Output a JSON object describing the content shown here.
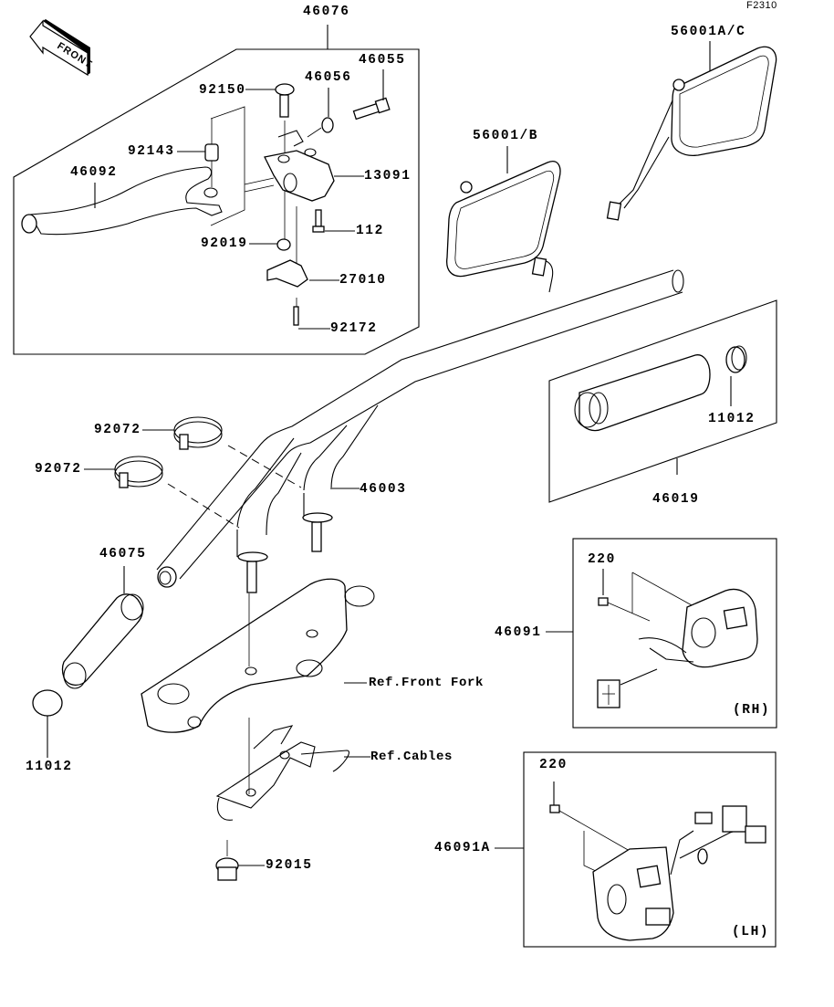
{
  "diagram": {
    "figure_code": "F2310",
    "direction_indicator": {
      "text": "FRONT",
      "icon": "front-arrow-icon"
    },
    "callouts": {
      "p46076": "46076",
      "p46055": "46055",
      "p92150": "92150",
      "p46056": "46056",
      "p92143": "92143",
      "p46092": "46092",
      "p13091": "13091",
      "p112": "112",
      "p92019": "92019",
      "p27010": "27010",
      "p92172": "92172",
      "p56001b": "56001/B",
      "p56001ac": "56001A/C",
      "p11012_grip": "11012",
      "p46019": "46019",
      "p92072_a": "92072",
      "p92072_b": "92072",
      "p46003": "46003",
      "p46075": "46075",
      "p11012_end": "11012",
      "ref_front_fork": "Ref.Front Fork",
      "ref_cables": "Ref.Cables",
      "p92015": "92015",
      "p220_rh": "220",
      "p46091": "46091",
      "rh_side": "(RH)",
      "p220_lh": "220",
      "p46091a": "46091A",
      "lh_side": "(LH)"
    },
    "groups": [
      {
        "id": "46076",
        "name": "clutch lever assembly",
        "contains": [
          "46055",
          "92150",
          "46056",
          "92143",
          "46092",
          "13091",
          "112",
          "92019",
          "27010",
          "92172"
        ]
      },
      {
        "id": "46019",
        "name": "throttle grip assembly",
        "contains": [
          "11012"
        ]
      },
      {
        "id": "46091",
        "name": "right handlebar switch",
        "contains": [
          "220"
        ]
      },
      {
        "id": "46091A",
        "name": "left handlebar switch",
        "contains": [
          "220"
        ]
      }
    ]
  }
}
